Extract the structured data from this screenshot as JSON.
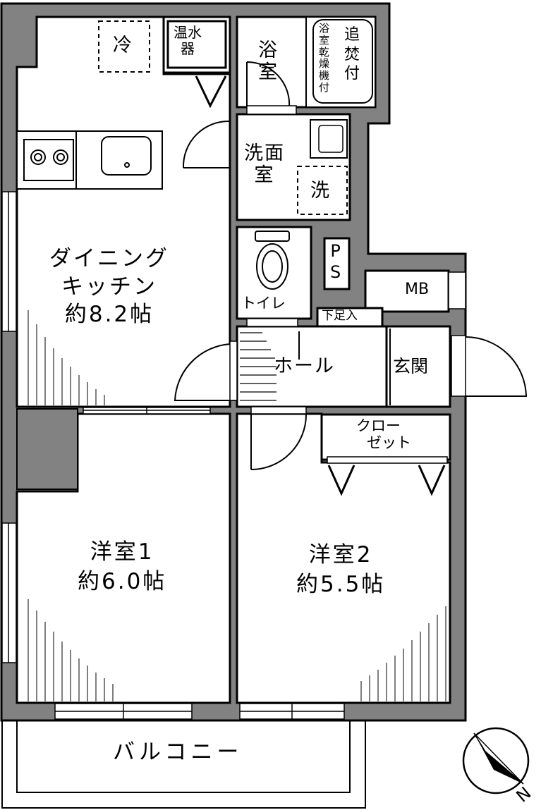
{
  "colors": {
    "wall": "#828282",
    "outline": "#000000",
    "floor": "#ffffff"
  },
  "rooms": {
    "ldk": {
      "line1": "ダイニング",
      "line2": "キッチン",
      "size": "約8.2帖"
    },
    "western1": {
      "name": "洋室1",
      "size": "約6.0帖"
    },
    "western2": {
      "name": "洋室2",
      "size": "約5.5帖"
    },
    "bath": {
      "line1": "浴",
      "line2": "室"
    },
    "washroom": {
      "line1": "洗面",
      "line2": "室"
    },
    "toilet": {
      "name": "トイレ"
    },
    "hall": {
      "name": "ホール"
    },
    "entrance": {
      "name": "玄関"
    },
    "closet": {
      "line1": "クロー",
      "line2": "ゼット"
    },
    "balcony": {
      "name": "バルコニー"
    }
  },
  "fixtures": {
    "fridge": "冷",
    "water_heater": {
      "line1": "温水",
      "line2": "器"
    },
    "washer": "洗",
    "ps": {
      "line1": "P",
      "line2": "S"
    },
    "mb": "MB",
    "shoe_box": "下足入",
    "reheat": {
      "col1": "追",
      "col2": "焚",
      "col3": "付"
    },
    "bath_dryer": {
      "col1": "浴",
      "col2": "室",
      "col3": "乾",
      "col4": "燥",
      "col5": "機",
      "col6": "付"
    }
  },
  "compass": {
    "north": "N"
  }
}
